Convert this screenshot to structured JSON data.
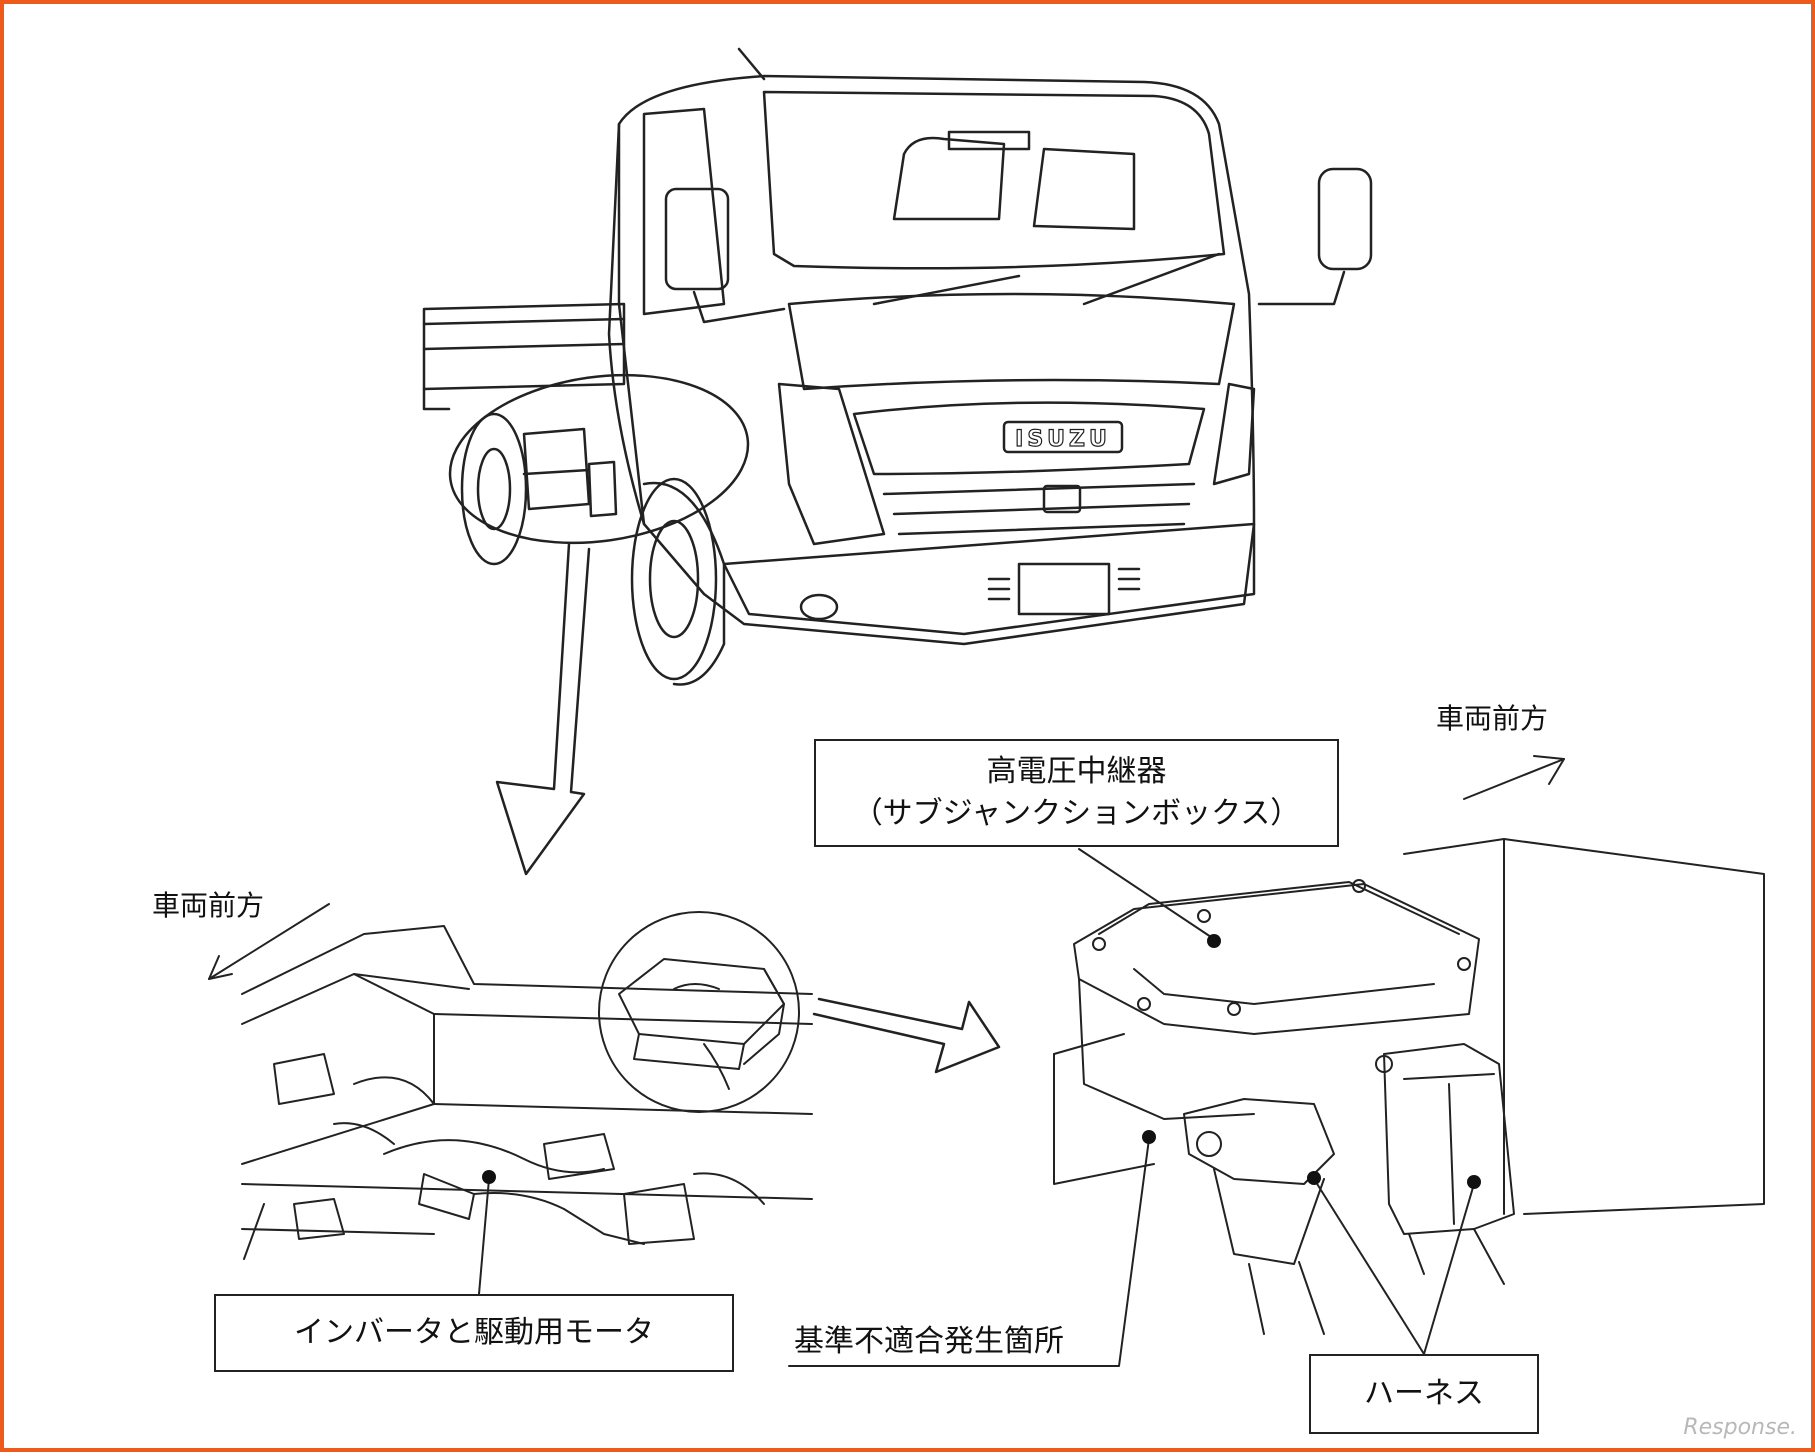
{
  "labels": {
    "relay_box_line1": "高電圧中継器",
    "relay_box_line2": "（サブジャンクションボックス）",
    "vehicle_front_right": "車両前方",
    "vehicle_front_left": "車両前方",
    "inverter_motor": "インバータと駆動用モータ",
    "nonconformity_location": "基準不適合発生箇所",
    "harness": "ハーネス"
  },
  "truck_badge": "ISUZU",
  "watermark": "Response.",
  "icons": [
    "truck-illustration",
    "chassis-detail-illustration",
    "junction-box-closeup-illustration",
    "down-arrow-icon",
    "right-arrow-icon",
    "direction-arrow-icon"
  ],
  "colors": {
    "frame_border": "#ec5a1c",
    "line_art": "#222222",
    "watermark": "#b8b8b8"
  }
}
